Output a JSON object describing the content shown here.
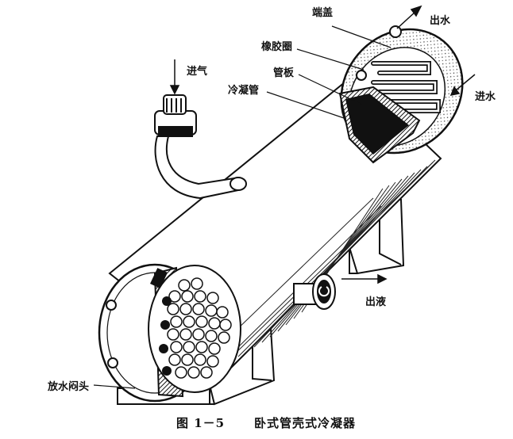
{
  "labels": {
    "end_cover": "端盖",
    "outlet_water": "出水",
    "rubber_ring": "橡胶圈",
    "tube_plate": "管板",
    "inlet_water": "进水",
    "inlet_gas": "进气",
    "condenser_tube": "冷凝管",
    "outlet_liquid": "出液",
    "drain_valve": "放水闷头"
  },
  "caption": {
    "number": "图 1－5",
    "title": "卧式管壳式冷凝器"
  }
}
